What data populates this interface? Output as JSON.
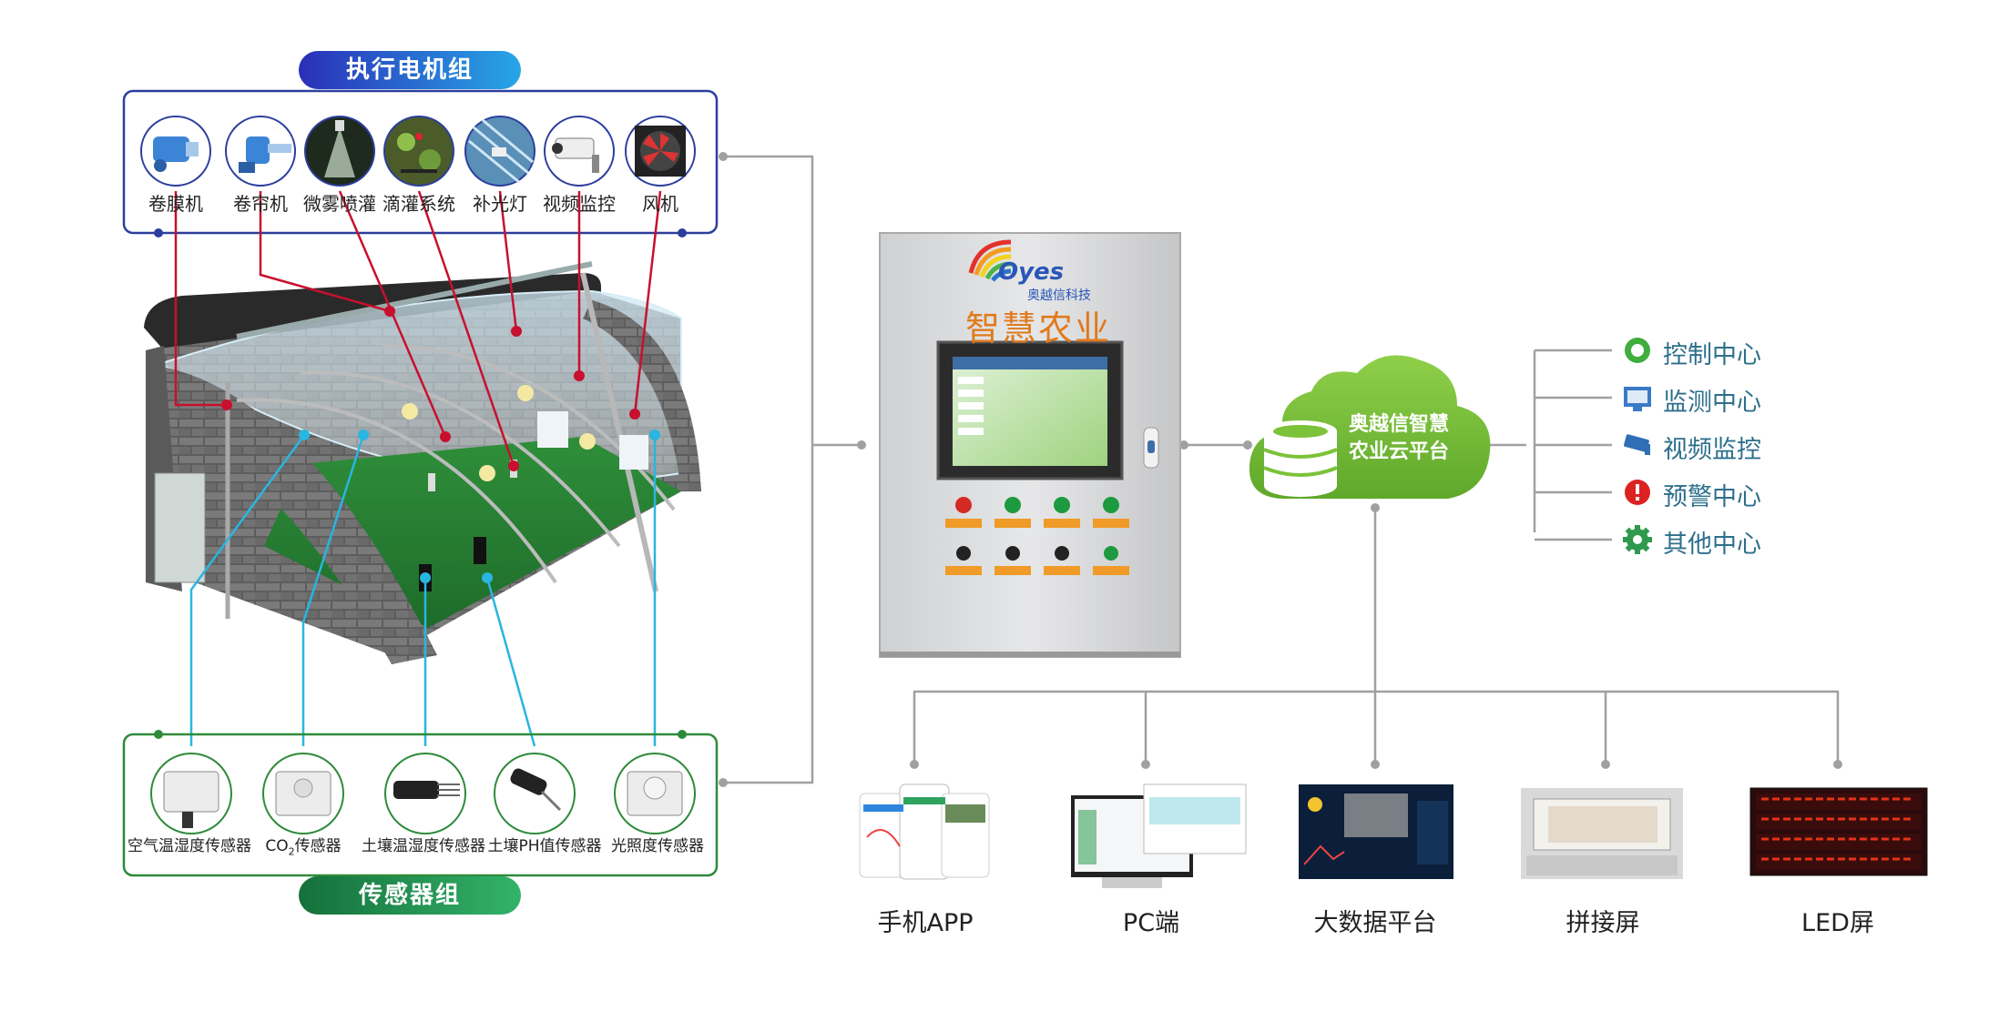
{
  "actuator_group_title": "执行电机组",
  "sensor_group_title": "传感器组",
  "actuators": [
    {
      "label": "卷膜机",
      "icon": "film-roller-icon"
    },
    {
      "label": "卷帘机",
      "icon": "curtain-roller-icon"
    },
    {
      "label": "微雾喷灌",
      "icon": "mist-spray-icon"
    },
    {
      "label": "滴灌系统",
      "icon": "drip-irrigation-icon"
    },
    {
      "label": "补光灯",
      "icon": "grow-light-icon"
    },
    {
      "label": "视频监控",
      "icon": "cctv-camera-icon"
    },
    {
      "label": "风机",
      "icon": "exhaust-fan-icon"
    }
  ],
  "sensors": [
    {
      "label": "空气温湿度传感器",
      "icon": "air-temp-humidity-sensor-icon"
    },
    {
      "label_pre": "CO",
      "label_sub": "2",
      "label_post": "传感器",
      "icon": "co2-sensor-icon"
    },
    {
      "label": "土壤温湿度传感器",
      "icon": "soil-temp-humidity-sensor-icon"
    },
    {
      "label": "土壤PH值传感器",
      "icon": "soil-ph-sensor-icon"
    },
    {
      "label": "光照度传感器",
      "icon": "light-sensor-icon"
    }
  ],
  "cabinet": {
    "brand": "Oyes",
    "brand_cn": "奥越信科技",
    "title": "智慧农业"
  },
  "cloud_platform": "奥越信智慧\n农业云平台",
  "cloud_line1": "奥越信智慧",
  "cloud_line2": "农业云平台",
  "services": [
    {
      "label": "控制中心",
      "icon": "control-ring-icon"
    },
    {
      "label": "监测中心",
      "icon": "monitor-screen-icon"
    },
    {
      "label": "视频监控",
      "icon": "cctv-camera-icon"
    },
    {
      "label": "预警中心",
      "icon": "alert-icon"
    },
    {
      "label": "其他中心",
      "icon": "gear-icon"
    }
  ],
  "outputs": [
    {
      "label": "手机APP",
      "icon": "mobile-app-icon"
    },
    {
      "label": "PC端",
      "icon": "pc-monitor-icon"
    },
    {
      "label": "大数据平台",
      "icon": "big-data-dashboard-icon"
    },
    {
      "label": "拼接屏",
      "icon": "video-wall-icon"
    },
    {
      "label": "LED屏",
      "icon": "led-display-icon"
    }
  ],
  "colors": {
    "actuator_line": "#c8102e",
    "sensor_line": "#29b6e0",
    "actuator_box": "#2c3e9c",
    "sensor_box": "#2e8b3a",
    "connector": "#a0a0a0",
    "cabinet_title": "#e07a1c",
    "cloud": "#7cc23a",
    "service_text": "#2d6f8c"
  }
}
